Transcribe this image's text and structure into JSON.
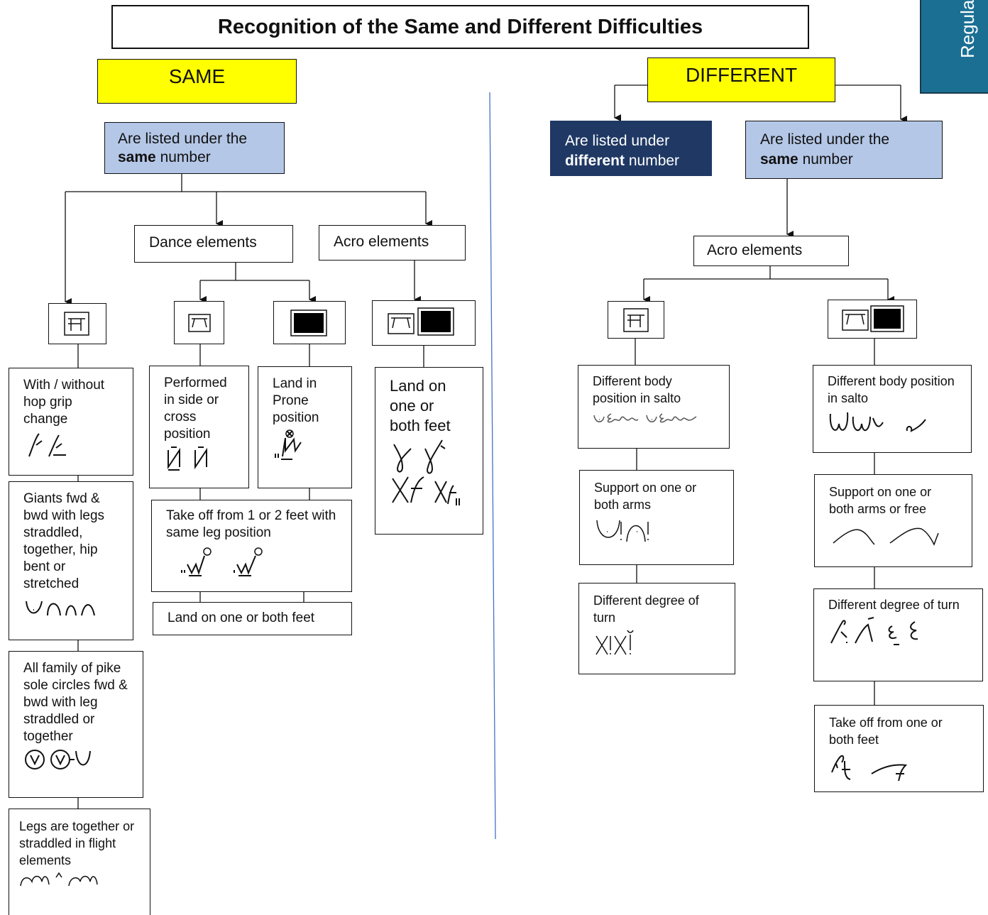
{
  "title": "Recognition of the Same and Different Difficulties",
  "side_tab": "Regula",
  "same": {
    "label": "SAME",
    "listed": {
      "pre": "Are listed under the",
      "bold": "same",
      "post": "number"
    },
    "dance": "Dance elements",
    "acro": "Acro elements",
    "col1": [
      "With / without hop grip change",
      "Giants fwd & bwd with legs straddled, together, hip bent or stretched",
      "All family of pike sole circles fwd & bwd with leg straddled or together",
      "Legs are together or straddled in flight elements"
    ],
    "side_cross": "Performed in side or cross position",
    "prone": "Land in Prone position",
    "take_off": "Take off from 1 or 2 feet with same leg position",
    "land_feet": "Land on one or both feet",
    "acro_land": "Land on one or both feet"
  },
  "different": {
    "label": "DIFFERENT",
    "listed_diff": {
      "pre": "Are listed under",
      "bold": "different",
      "post": "number"
    },
    "listed_same": {
      "pre": "Are listed under the",
      "bold": "same",
      "post": "number"
    },
    "acro": "Acro elements",
    "left": [
      "Different body position in salto",
      "Support on one or both arms",
      "Different degree of turn"
    ],
    "right": [
      "Different body position in salto",
      "Support on one or both arms or free",
      "Different degree of turn",
      "Take off from one or both feet"
    ]
  }
}
